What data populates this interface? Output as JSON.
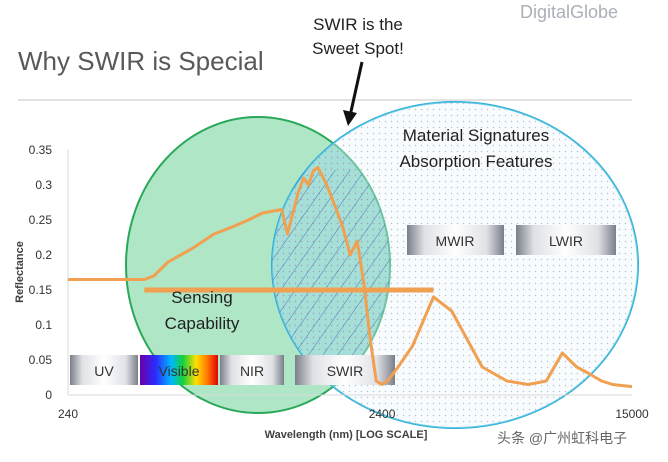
{
  "brand": "DigitalGlobe",
  "title": "Why SWIR is Special",
  "callout": {
    "line1": "SWIR is the",
    "line2": "Sweet Spot!"
  },
  "material": {
    "line1": "Material Signatures",
    "line2": "Absorption Features"
  },
  "sensing": {
    "line1": "Sensing",
    "line2": "Capability"
  },
  "bands": {
    "uv": "UV",
    "visible": "Visible",
    "nir": "NIR",
    "swir": "SWIR",
    "mwir": "MWIR",
    "lwir": "LWIR"
  },
  "colors": {
    "curve": "#f0a050",
    "sensing_fill": "#8fdcb0",
    "sensing_stroke": "#2aa85a",
    "material_stroke": "#2bb0d8",
    "hatch": "#3a5fa8"
  },
  "watermark": "头条 @广州虹科电子",
  "chart_data": {
    "type": "line",
    "xscale": "log",
    "xlabel": "Wavelength (nm) [LOG SCALE]",
    "ylabel": "Reflectance",
    "ylim": [
      0,
      0.35
    ],
    "yticks": [
      "0.35",
      "0.3",
      "0.25",
      "0.2",
      "0.15",
      "0.1",
      "0.05",
      "0"
    ],
    "xticks": [
      "240",
      "2400",
      "15000"
    ],
    "series": [
      {
        "x": [
          240,
          420,
          450,
          500,
          600,
          700,
          800,
          900,
          1000,
          1150,
          1200,
          1300,
          1350,
          1400,
          1450,
          1500,
          1600,
          1700,
          1800,
          1900,
          2000,
          2100,
          2200,
          2300,
          2400,
          2500,
          2700,
          3000,
          3500,
          4000,
          5000,
          6000,
          7000,
          8000,
          9000,
          10000,
          11000,
          12000,
          13000,
          15000
        ],
        "y": [
          0.165,
          0.165,
          0.17,
          0.19,
          0.21,
          0.23,
          0.24,
          0.25,
          0.26,
          0.265,
          0.23,
          0.29,
          0.31,
          0.3,
          0.32,
          0.325,
          0.3,
          0.27,
          0.24,
          0.2,
          0.22,
          0.16,
          0.08,
          0.02,
          0.015,
          0.02,
          0.04,
          0.07,
          0.14,
          0.12,
          0.04,
          0.02,
          0.015,
          0.02,
          0.06,
          0.04,
          0.03,
          0.02,
          0.015,
          0.012
        ]
      }
    ],
    "sensing_line": {
      "x": [
        420,
        3500
      ],
      "y": [
        0.15,
        0.15
      ]
    }
  }
}
